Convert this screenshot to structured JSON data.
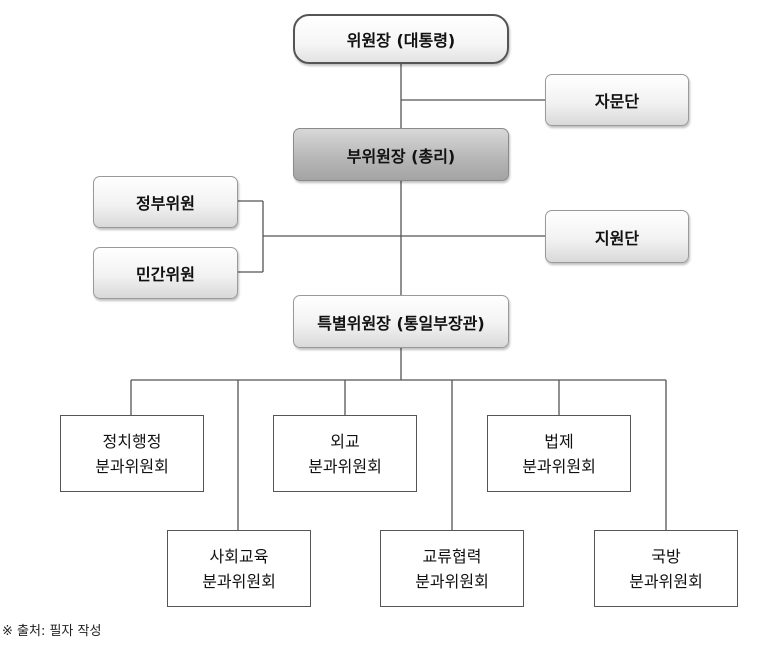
{
  "chairman": "위원장 (대통령)",
  "advisory": "자문단",
  "vice_chairman": "부위원장 (총리)",
  "gov_members": "정부위원",
  "civil_members": "민간위원",
  "support": "지원단",
  "special_chairman": "특별위원장 (통일부장관)",
  "subcommittees": [
    {
      "line1": "정치행정",
      "line2": "분과위원회"
    },
    {
      "line1": "사회교육",
      "line2": "분과위원회"
    },
    {
      "line1": "외교",
      "line2": "분과위원회"
    },
    {
      "line1": "교류협력",
      "line2": "분과위원회"
    },
    {
      "line1": "법제",
      "line2": "분과위원회"
    },
    {
      "line1": "국방",
      "line2": "분과위원회"
    }
  ],
  "source_note": "※ 출처: 필자 작성"
}
